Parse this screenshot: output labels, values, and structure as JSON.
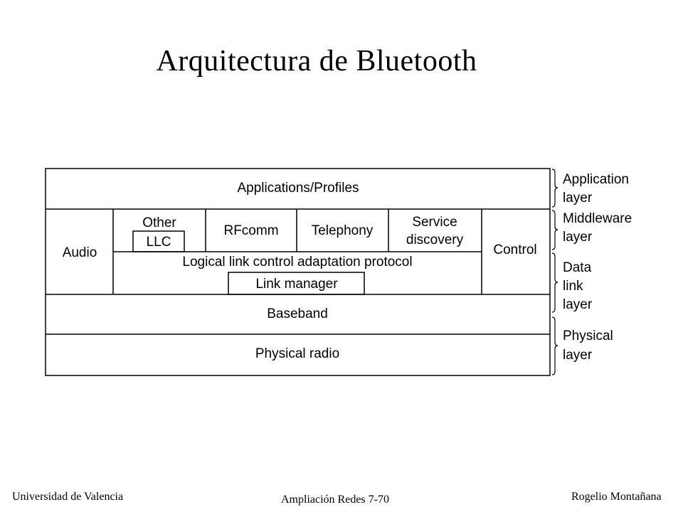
{
  "title": "Arquitectura de Bluetooth",
  "diagram": {
    "boxes": {
      "applications": "Applications/Profiles",
      "audio": "Audio",
      "other": "Other",
      "llc": "LLC",
      "rfcomm": "RFcomm",
      "telephony": "Telephony",
      "service_discovery": [
        "Service",
        "discovery"
      ],
      "control": "Control",
      "l2cap": "Logical link control adaptation protocol",
      "link_manager": "Link manager",
      "baseband": "Baseband",
      "physical_radio": "Physical radio"
    },
    "layers": {
      "application": [
        "Application",
        "layer"
      ],
      "middleware": [
        "Middleware",
        "layer"
      ],
      "data_link": [
        "Data",
        "link",
        "layer"
      ],
      "physical": [
        "Physical",
        "layer"
      ]
    }
  },
  "footer": {
    "left": "Universidad de Valencia",
    "center": "Ampliación Redes 7-70",
    "right": "Rogelio Montañana"
  }
}
